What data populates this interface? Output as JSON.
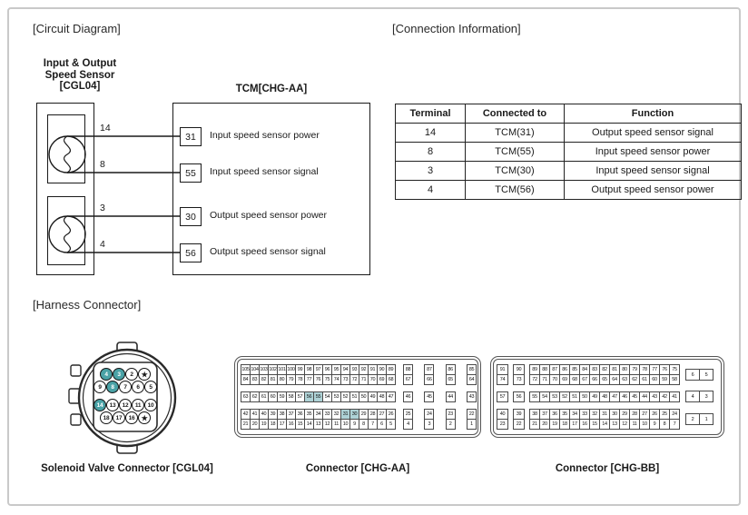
{
  "page": {
    "circuit_section_title": "[Circuit Diagram]",
    "connection_section_title": "[Connection Information]",
    "harness_section_title": "[Harness Connector]"
  },
  "circuit": {
    "sensor_label_line1": "Input & Output",
    "sensor_label_line2": "Speed Sensor",
    "sensor_label_line3": "[CGL04]",
    "tcm_title": "TCM[CHG-AA]",
    "wires": [
      {
        "sensor_pin": "14",
        "tcm_pin": "31",
        "function": "Input speed sensor power"
      },
      {
        "sensor_pin": "8",
        "tcm_pin": "55",
        "function": "Input speed sensor signal"
      },
      {
        "sensor_pin": "3",
        "tcm_pin": "30",
        "function": "Output speed sensor power"
      },
      {
        "sensor_pin": "4",
        "tcm_pin": "56",
        "function": "Output speed sensor signal"
      }
    ]
  },
  "connection_table": {
    "headers": [
      "Terminal",
      "Connected to",
      "Function"
    ],
    "rows": [
      [
        "14",
        "TCM(31)",
        "Output speed sensor signal"
      ],
      [
        "8",
        "TCM(55)",
        "Input speed sensor power"
      ],
      [
        "3",
        "TCM(30)",
        "Input speed sensor signal"
      ],
      [
        "4",
        "TCM(56)",
        "Output speed sensor power"
      ]
    ]
  },
  "connectors": {
    "cgl04": {
      "label": "Solenoid Valve Connector [CGL04]",
      "rows": [
        [
          "4",
          "3",
          "2",
          "★"
        ],
        [
          "9",
          "8",
          "7",
          "6",
          "5"
        ],
        [
          "14",
          "13",
          "12",
          "11",
          "10"
        ],
        [
          "18",
          "17",
          "16",
          "★"
        ]
      ],
      "highlighted": [
        "4",
        "3",
        "8",
        "14"
      ]
    },
    "chg_aa": {
      "label": "Connector [CHG-AA]",
      "highlighted": [
        "56",
        "55",
        "31",
        "30"
      ],
      "rows": [
        {
          "main": [
            "105",
            "104",
            "103",
            "102",
            "101",
            "100",
            "99",
            "98",
            "97",
            "96",
            "95",
            "94",
            "93",
            "92",
            "91",
            "90",
            "89"
          ],
          "spaced": [
            "88",
            "87",
            "86",
            "85"
          ]
        },
        {
          "main": [
            "84",
            "83",
            "82",
            "81",
            "80",
            "79",
            "78",
            "77",
            "76",
            "75",
            "74",
            "73",
            "72",
            "71",
            "70",
            "69",
            "68"
          ],
          "spaced": [
            "67",
            "66",
            "65",
            "64"
          ]
        },
        {
          "main": [
            "63",
            "62",
            "61",
            "60",
            "59",
            "58",
            "57",
            "56",
            "55",
            "54",
            "53",
            "52",
            "51",
            "50",
            "49",
            "48",
            "47"
          ],
          "spaced": [
            "46",
            "45",
            "44",
            "43"
          ]
        },
        {
          "main": [
            "42",
            "41",
            "40",
            "39",
            "38",
            "37",
            "36",
            "35",
            "34",
            "33",
            "32",
            "31",
            "30",
            "29",
            "28",
            "27",
            "26"
          ],
          "spaced": [
            "25",
            "24",
            "23",
            "22"
          ]
        },
        {
          "main": [
            "21",
            "20",
            "19",
            "18",
            "17",
            "16",
            "15",
            "14",
            "13",
            "12",
            "11",
            "10",
            "9",
            "8",
            "7",
            "6",
            "5"
          ],
          "spaced": [
            "4",
            "3",
            "2",
            "1"
          ]
        }
      ]
    },
    "chg_bb": {
      "label": "Connector [CHG-BB]",
      "groups": [
        {
          "col1": [
            "91",
            "74"
          ],
          "col2": [
            "90",
            "73"
          ],
          "main": [
            [
              "89",
              "88",
              "87",
              "86",
              "85",
              "84",
              "83",
              "82",
              "81",
              "80",
              "79",
              "78",
              "77",
              "76",
              "75"
            ],
            [
              "72",
              "71",
              "70",
              "69",
              "68",
              "67",
              "66",
              "65",
              "64",
              "63",
              "62",
              "61",
              "60",
              "59",
              "58"
            ]
          ],
          "pair": [
            "6",
            "5"
          ]
        },
        {
          "col1": [
            "57"
          ],
          "col2": [
            "56"
          ],
          "main": [
            [
              "55",
              "54",
              "53",
              "52",
              "51",
              "50",
              "49",
              "48",
              "47",
              "46",
              "45",
              "44",
              "43",
              "42",
              "41"
            ]
          ],
          "pair": [
            "4",
            "3"
          ]
        },
        {
          "col1": [
            "40",
            "23"
          ],
          "col2": [
            "39",
            "22"
          ],
          "main": [
            [
              "38",
              "37",
              "36",
              "35",
              "34",
              "33",
              "32",
              "31",
              "30",
              "29",
              "28",
              "27",
              "26",
              "25",
              "24"
            ],
            [
              "21",
              "20",
              "19",
              "18",
              "17",
              "16",
              "15",
              "14",
              "13",
              "12",
              "11",
              "10",
              "9",
              "8",
              "7"
            ]
          ],
          "pair": [
            "2",
            "1"
          ]
        }
      ]
    }
  },
  "colors": {
    "pin_highlight": "#4aa2a6",
    "cell_highlight": "#aed2d6",
    "line": "#1a1a1a"
  }
}
